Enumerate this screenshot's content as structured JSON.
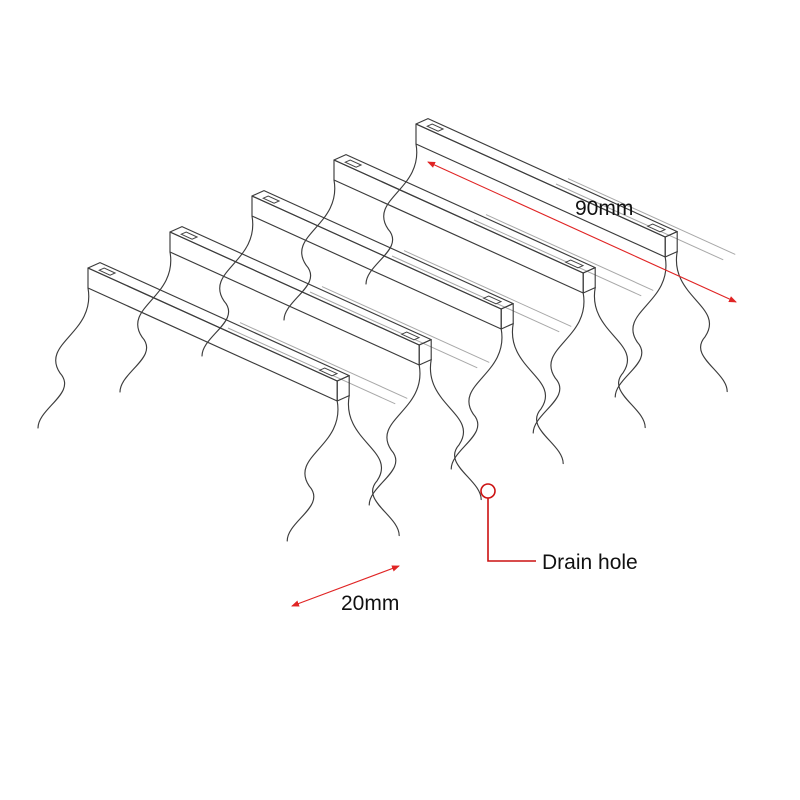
{
  "dimensions": {
    "length_label": "90mm",
    "width_label": "20mm"
  },
  "callout": {
    "label": "Drain hole"
  },
  "colors": {
    "line": "#3c3c3c",
    "hidden_line": "#a8a8a8",
    "dimension": "#e02424",
    "callout": "#cc1111",
    "background": "#ffffff"
  },
  "drawing": {
    "view": "isometric line drawing",
    "divider_count": 5
  }
}
